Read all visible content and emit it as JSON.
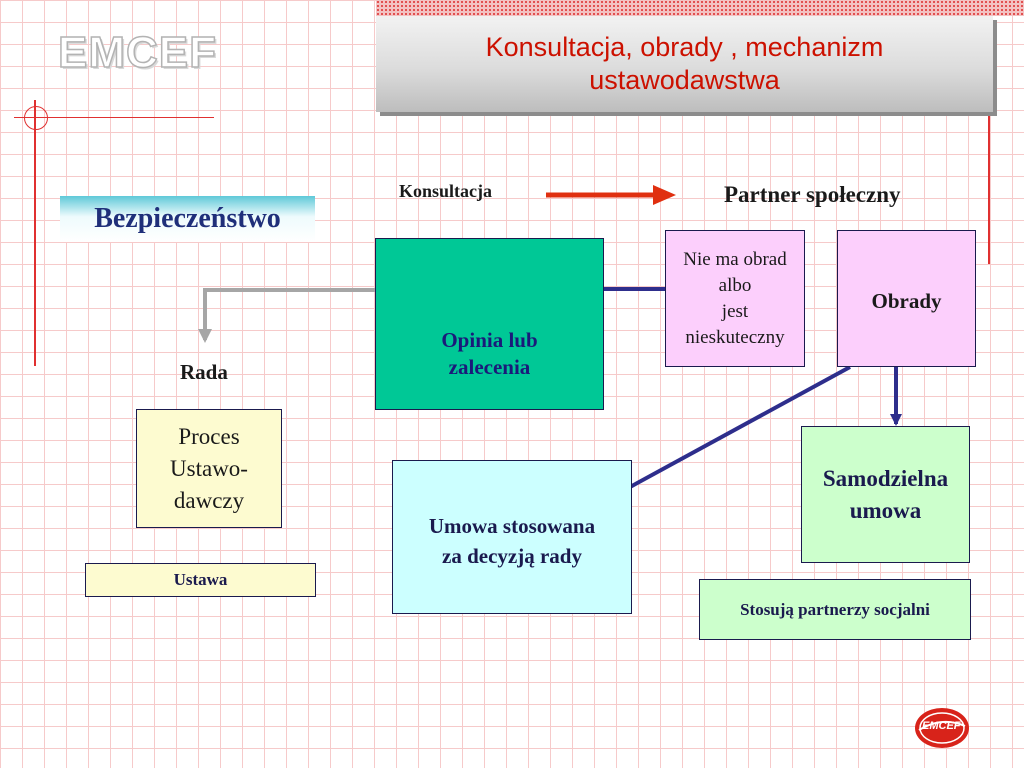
{
  "watermark": "EMCEF",
  "title": "Konsultacja, obrady , mechanizm\nustawodawstwa",
  "left_label": "Bezpieczeństwo",
  "konsultacja": "Konsultacja",
  "partner": "Partner społeczny",
  "rada": "Rada",
  "boxes": {
    "opinia": "Opinia lub\nzalecenia",
    "nie_ma_obrad": "Nie ma obrad\nalbo\njest\nnieskuteczny",
    "obrady": "Obrady",
    "proces": "Proces\nUstawo-\ndawczy",
    "ustawa": "Ustawa",
    "umowa_stosowana": "Umowa stosowana\nza decyzją rady",
    "samodzielna": "Samodzielna\numowa",
    "stosuja": "Stosują partnerzy socjalni"
  },
  "logo_text": "EMCEF",
  "colors": {
    "title_text": "#cc1100",
    "arrow_red": "#e03010",
    "arrow_blue": "#2e2e8c",
    "arrow_gray": "#a6a6a6"
  }
}
